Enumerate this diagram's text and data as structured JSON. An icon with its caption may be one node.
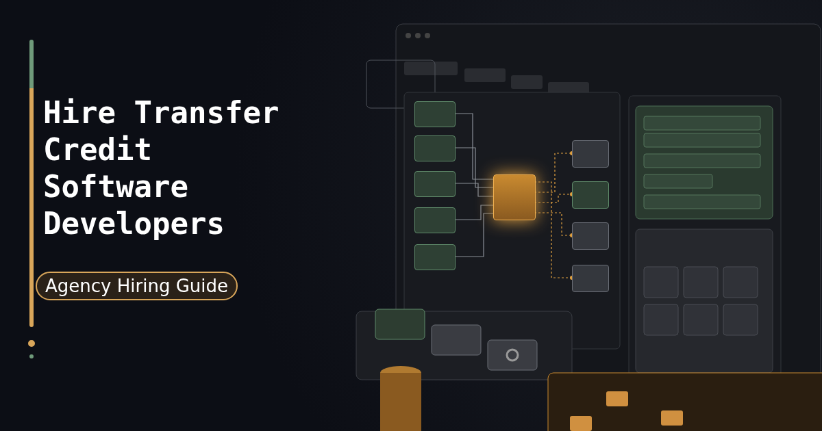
{
  "diagram": {
    "title": "Hire Transfer Credit Software Developers",
    "nodes": [
      {
        "text": [],
        "shape": "box"
      },
      {
        "text": [],
        "shape": "box"
      },
      {
        "text": [],
        "shape": "box"
      },
      {
        "text": [],
        "shape": "box"
      },
      {
        "text": [],
        "shape": "box"
      },
      {
        "text": [],
        "shape": "box"
      },
      {
        "text": [],
        "shape": "box"
      },
      {
        "text": [],
        "shape": "box"
      },
      {
        "text": [],
        "shape": "box"
      },
      {
        "text": [],
        "shape": "box"
      }
    ],
    "edges": [
      {
        "from": 0,
        "to": 5,
        "arrow": "none"
      },
      {
        "from": 1,
        "to": 5,
        "arrow": "none"
      },
      {
        "from": 2,
        "to": 5,
        "arrow": "none"
      },
      {
        "from": 3,
        "to": 5,
        "arrow": "none"
      },
      {
        "from": 4,
        "to": 5,
        "arrow": "none"
      },
      {
        "from": 5,
        "to": 6,
        "arrow": "other",
        "style": "dashed",
        "color": "#e0a040"
      },
      {
        "from": 5,
        "to": 7,
        "arrow": "other",
        "style": "dashed",
        "color": "#e0a040"
      },
      {
        "from": 5,
        "to": 8,
        "arrow": "other",
        "style": "dashed",
        "color": "#e0a040"
      },
      {
        "from": 5,
        "to": 9,
        "arrow": "other",
        "style": "dashed",
        "color": "#e0a040"
      }
    ],
    "labels": [
      "Agency Hiring Guide"
    ]
  }
}
